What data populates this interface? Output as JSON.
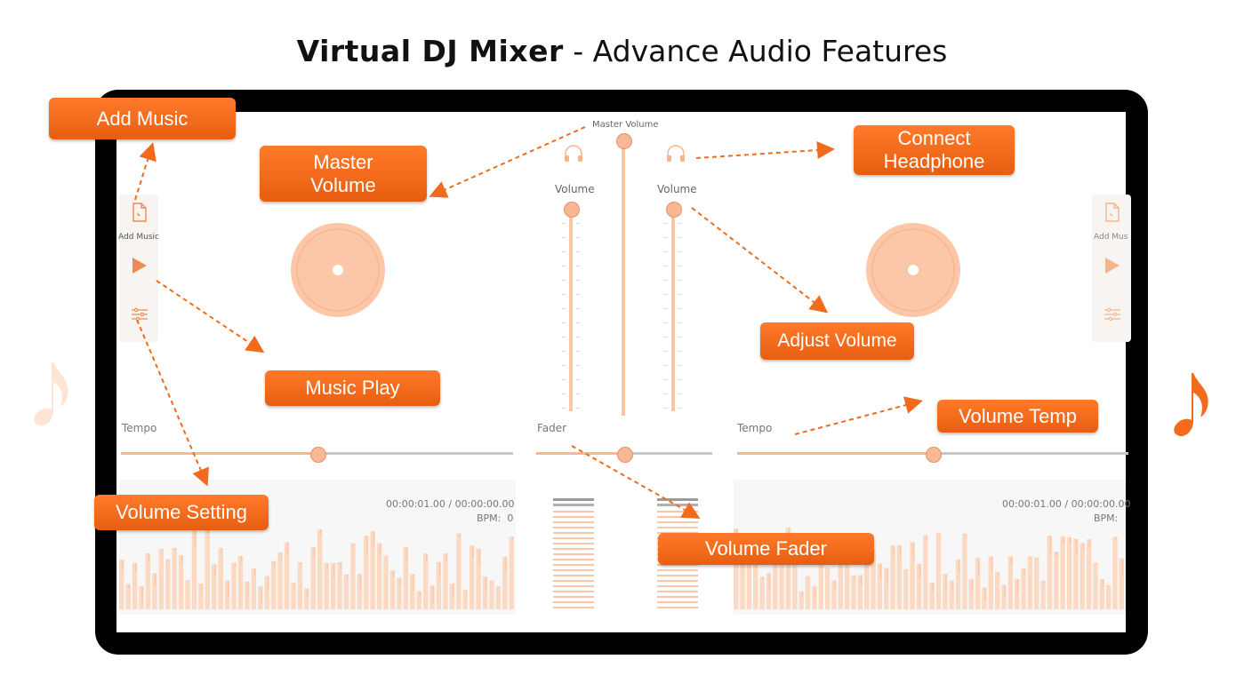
{
  "heading": {
    "bold": "Virtual DJ Mixer",
    "rest": " - Advance Audio Features"
  },
  "callouts": {
    "add_music": "Add Music",
    "master_volume": "Master Volume",
    "connect_headphone": "Connect Headphone",
    "adjust_volume": "Adjust Volume",
    "music_play": "Music Play",
    "volume_temp": "Volume Temp",
    "volume_setting": "Volume Setting",
    "volume_fader": "Volume Fader"
  },
  "app": {
    "left_panel": {
      "add_music": "Add Music"
    },
    "right_panel": {
      "add_music": "Add Mus"
    },
    "master_volume": "Master Volume",
    "volume_left": "Volume",
    "volume_right": "Volume",
    "tempo_left": "Tempo",
    "tempo_right": "Tempo",
    "fader": "Fader",
    "left_deck": {
      "time": "00:00:01.00 / 00:00:00.00",
      "bpm": "BPM:  0"
    },
    "right_deck": {
      "time": "00:00:01.00 / 00:00:00.00",
      "bpm": "BPM:"
    },
    "tempo_left_value": 0.5,
    "tempo_right_value": 0.5,
    "fader_value": 0.5
  },
  "colors": {
    "accent": "#f26a1b",
    "soft": "#f8c6a7",
    "pale": "#fde0cd"
  },
  "icons": [
    "file-icon",
    "play-icon",
    "settings-sliders-icon",
    "headphone-icon",
    "music-note-icon"
  ]
}
